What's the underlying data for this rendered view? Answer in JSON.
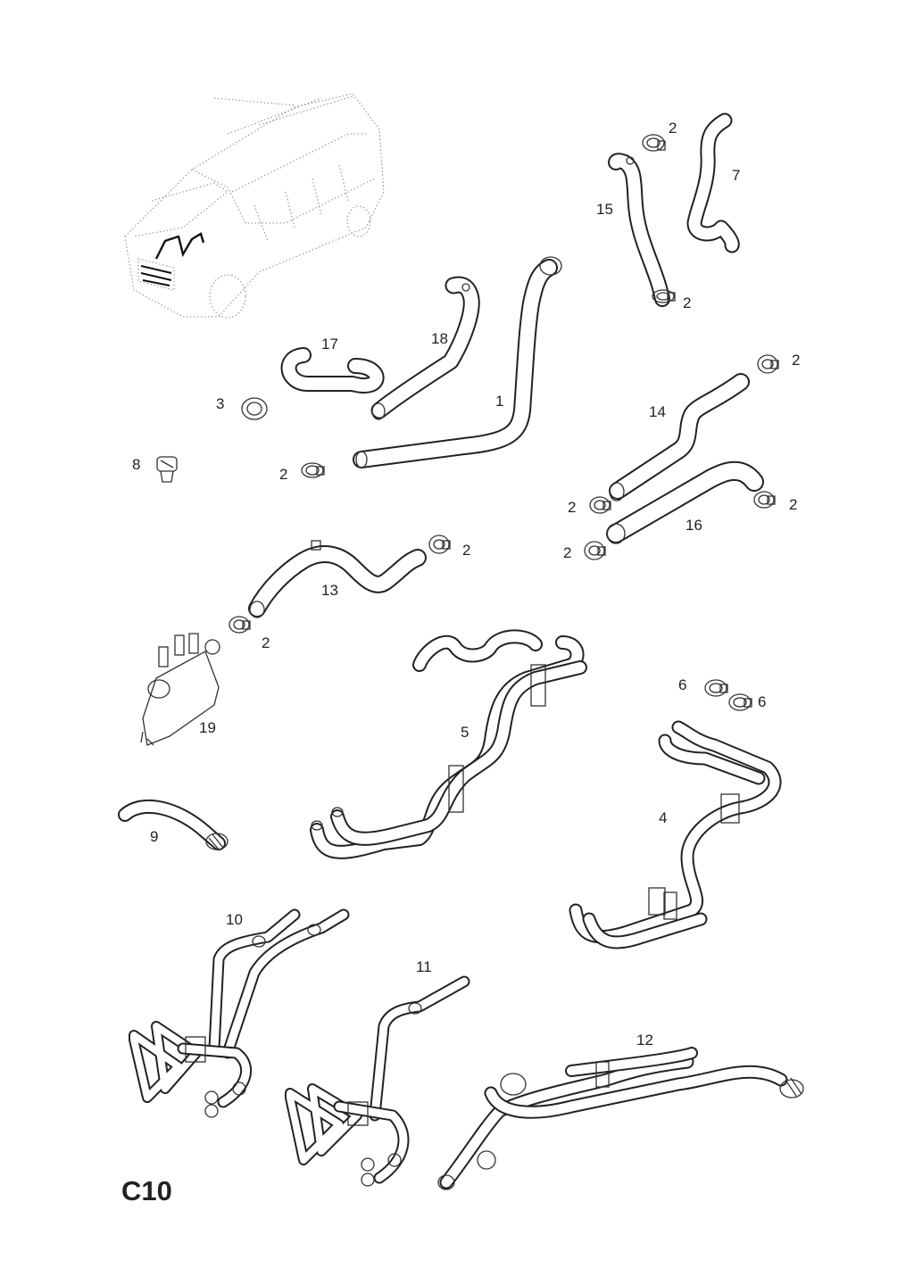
{
  "page": {
    "code": "C10"
  },
  "callouts": [
    {
      "id": "c-2a",
      "text": "2"
    },
    {
      "id": "c-7",
      "text": "7"
    },
    {
      "id": "c-15",
      "text": "15"
    },
    {
      "id": "c-2b",
      "text": "2"
    },
    {
      "id": "c-18",
      "text": "18"
    },
    {
      "id": "c-17",
      "text": "17"
    },
    {
      "id": "c-1",
      "text": "1"
    },
    {
      "id": "c-3",
      "text": "3"
    },
    {
      "id": "c-8",
      "text": "8"
    },
    {
      "id": "c-2c",
      "text": "2"
    },
    {
      "id": "c-2d",
      "text": "2"
    },
    {
      "id": "c-14",
      "text": "14"
    },
    {
      "id": "c-2e",
      "text": "2"
    },
    {
      "id": "c-2f",
      "text": "2"
    },
    {
      "id": "c-16",
      "text": "16"
    },
    {
      "id": "c-2g",
      "text": "2"
    },
    {
      "id": "c-2h",
      "text": "2"
    },
    {
      "id": "c-13",
      "text": "13"
    },
    {
      "id": "c-2i",
      "text": "2"
    },
    {
      "id": "c-19",
      "text": "19"
    },
    {
      "id": "c-5",
      "text": "5"
    },
    {
      "id": "c-6a",
      "text": "6"
    },
    {
      "id": "c-6b",
      "text": "6"
    },
    {
      "id": "c-4",
      "text": "4"
    },
    {
      "id": "c-9",
      "text": "9"
    },
    {
      "id": "c-10",
      "text": "10"
    },
    {
      "id": "c-11",
      "text": "11"
    },
    {
      "id": "c-12",
      "text": "12"
    }
  ]
}
